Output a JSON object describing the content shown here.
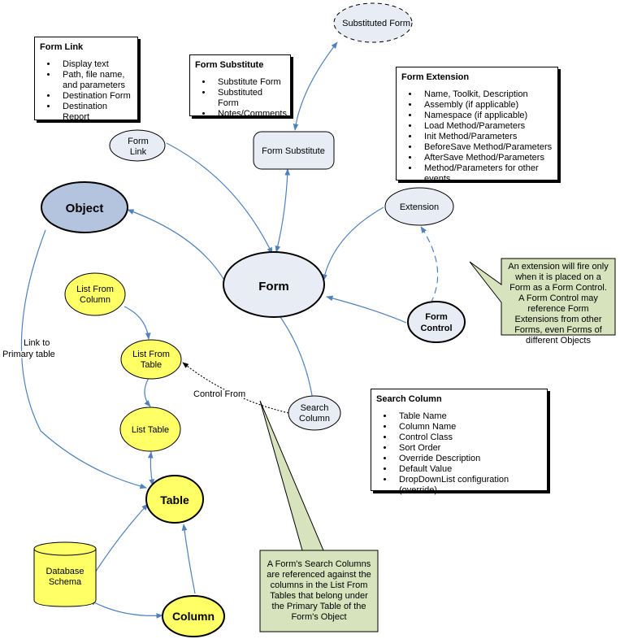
{
  "colors": {
    "blue_node_fill": "#e8ecf5",
    "object_fill": "#b4c4df",
    "yellow_fill": "#ffff66",
    "callout_fill": "#d7e3bc",
    "edge": "#4f81bd"
  },
  "nodes": {
    "substituted_form": "Substituted Form",
    "form_substitute": "Form Substitute",
    "form_link": "Form Link",
    "object": "Object",
    "form": "Form",
    "extension": "Extension",
    "form_control": "Form Control",
    "search_column": "Search Column",
    "list_from_column": "List From Column",
    "list_from_table": "List From Table",
    "list_table": "List Table",
    "table": "Table",
    "database_schema": "Database Schema",
    "column": "Column"
  },
  "edge_labels": {
    "link_to_primary_table": "Link to Primary table",
    "control_from": "Control From"
  },
  "boxes": {
    "form_link": {
      "title": "Form Link",
      "items": [
        "Display text",
        "Path, file name, and parameters",
        "Destination Form",
        "Destination Report"
      ]
    },
    "form_substitute": {
      "title": "Form Substitute",
      "items": [
        "Substitute Form",
        "Substituted Form",
        "Notes/Comments"
      ]
    },
    "form_extension": {
      "title": "Form Extension",
      "items": [
        "Name, Toolkit, Description",
        "Assembly (if applicable)",
        "Namespace (if applicable)",
        "Load Method/Parameters",
        "Init Method/Parameters",
        "BeforeSave Method/Parameters",
        "AfterSave Method/Parameters",
        "Method/Parameters for other events"
      ]
    },
    "search_column": {
      "title": "Search Column",
      "items": [
        "Table Name",
        "Column Name",
        "Control Class",
        "Sort Order",
        "Override Description",
        "Default Value",
        "DropDownList configuration (override)"
      ]
    }
  },
  "callouts": {
    "extension_note": "An extension will fire only when it is placed on a Form as a Form Control.  A Form Control may reference Form Extensions from other Forms, even Forms of different Objects",
    "search_columns_note": "A Form's Search Columns are referenced against the columns in the List From Tables that belong under the Primary Table of the Form's Object"
  }
}
